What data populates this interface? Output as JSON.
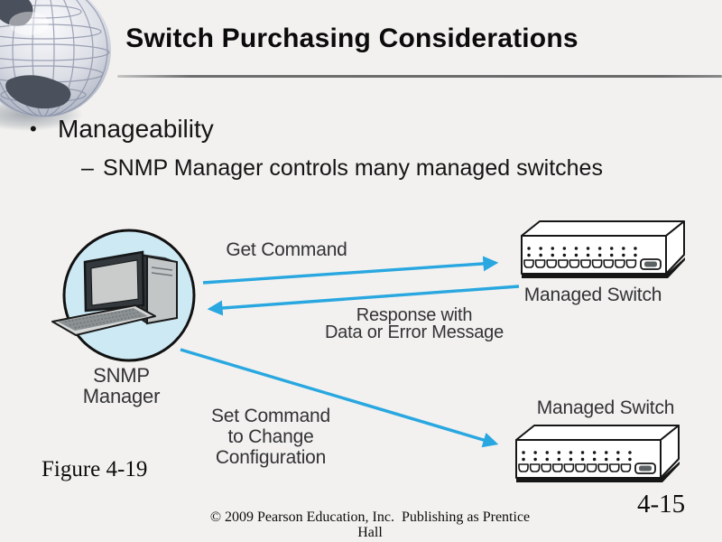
{
  "slide": {
    "title": "Switch Purchasing Considerations",
    "bullets": [
      {
        "marker": "•",
        "text": "Manageability"
      },
      {
        "marker": "–",
        "text": "SNMP Manager controls many managed switches"
      }
    ],
    "figure_caption": "Figure 4-19",
    "page_number": "4-15",
    "footer": "© 2009 Pearson Education, Inc.  Publishing as Prentice\nHall"
  },
  "diagram": {
    "snmp_manager_label": "SNMP\nManager",
    "get_command_label": "Get Command",
    "response_label": "Response with\nData or Error Message",
    "set_command_label": "Set Command\nto Change\nConfiguration",
    "managed_switch_top_label": "Managed Switch",
    "managed_switch_bottom_label": "Managed Switch",
    "arrow_color": "#29a7e0",
    "manager_circle_fill": "#cde9f4"
  }
}
